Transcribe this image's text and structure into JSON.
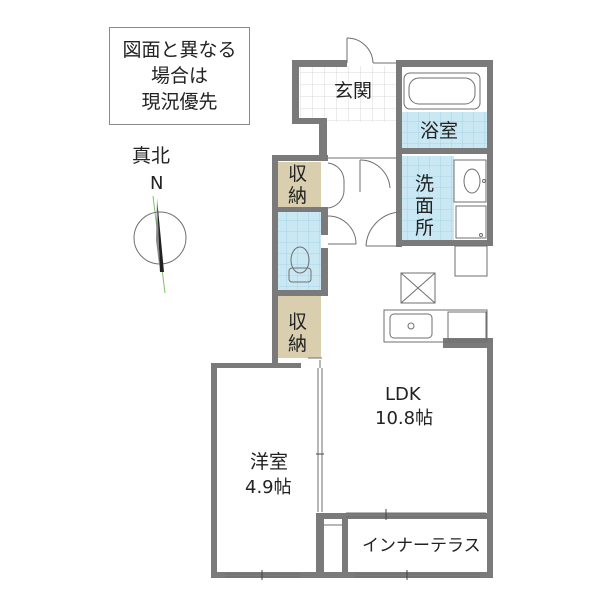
{
  "notice": {
    "lines": [
      "図面と異なる",
      "場合は",
      "現況優先"
    ]
  },
  "compass": {
    "label": "真北",
    "letter": "N"
  },
  "rooms": {
    "entrance": "玄関",
    "bathroom": "浴室",
    "washroom": [
      "洗",
      "面",
      "所"
    ],
    "storage_upper": [
      "収",
      "納"
    ],
    "storage_lower": [
      "収",
      "納"
    ],
    "ldk": [
      "LDK",
      "10.8帖"
    ],
    "western_room": [
      "洋室",
      "4.9帖"
    ],
    "inner_terrace": "インナーテラス"
  },
  "colors": {
    "wall": "#7a7a7a",
    "tile": "#c9e8f3",
    "storage": "#d9cfae",
    "line": "#6f6f6f",
    "compass_line": "#7fbf6a"
  }
}
